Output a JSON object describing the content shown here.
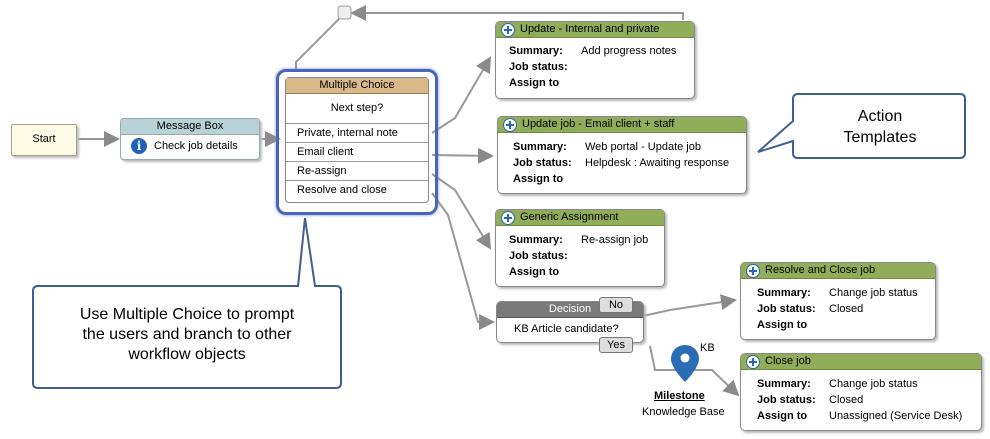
{
  "start": {
    "label": "Start"
  },
  "message_box": {
    "title": "Message Box",
    "text": "Check job details"
  },
  "multiple_choice": {
    "title": "Multiple Choice",
    "question": "Next step?",
    "options": [
      "Private, internal note",
      "Email client",
      "Re-assign",
      "Resolve and close"
    ]
  },
  "templates": [
    {
      "title": "Update - Internal and private",
      "summary_label": "Summary:",
      "summary": "Add progress notes",
      "status_label": "Job status:",
      "status": "",
      "assign_label": "Assign to",
      "assign": ""
    },
    {
      "title": "Update job - Email client + staff",
      "summary_label": "Summary:",
      "summary": "Web portal - Update job",
      "status_label": "Job status:",
      "status": "Helpdesk : Awaiting response",
      "assign_label": "Assign to",
      "assign": ""
    },
    {
      "title": "Generic Assignment",
      "summary_label": "Summary:",
      "summary": "Re-assign job",
      "status_label": "Job status:",
      "status": "",
      "assign_label": "Assign to",
      "assign": ""
    },
    {
      "title": "Resolve and Close job",
      "summary_label": "Summary:",
      "summary": "Change job status",
      "status_label": "Job status:",
      "status": "Closed",
      "assign_label": "Assign to",
      "assign": ""
    },
    {
      "title": "Close job",
      "summary_label": "Summary:",
      "summary": "Change job status",
      "status_label": "Job status:",
      "status": "Closed",
      "assign_label": "Assign to",
      "assign": "Unassigned (Service Desk)"
    }
  ],
  "decision": {
    "title": "Decision",
    "question": "KB Article candidate?",
    "no": "No",
    "yes": "Yes"
  },
  "milestone": {
    "tag": "KB",
    "title": "Milestone",
    "subtitle": "Knowledge Base"
  },
  "callouts": {
    "action_line1": "Action",
    "action_line2": "Templates",
    "mc_line1": "Use Multiple Choice to prompt",
    "mc_line2": "the users and branch to other",
    "mc_line3": "workflow objects"
  },
  "colors": {
    "template_header": "#90ad5a",
    "mc_header": "#d9b98a",
    "msg_header": "#b8d2d8",
    "decision_header": "#7a7a7a",
    "highlight": "#4a66b8",
    "callout_border": "#3f5f8f",
    "pin": "#2a6db5"
  }
}
